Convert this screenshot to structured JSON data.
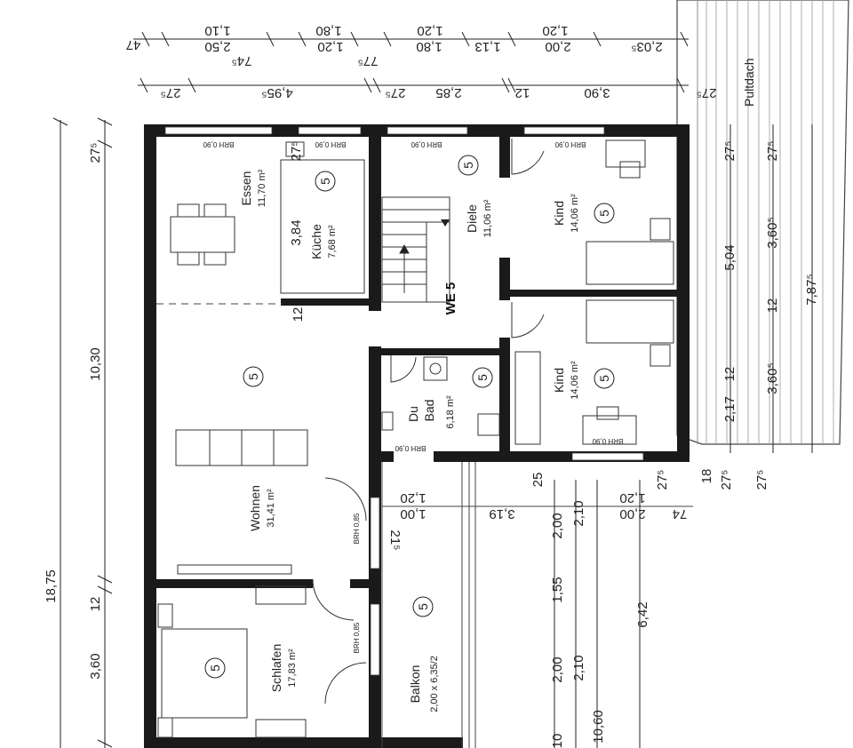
{
  "plan": {
    "unit_label": "WE 5",
    "rooms": [
      {
        "name": "Essen",
        "area": "11,70 m²",
        "num": "5"
      },
      {
        "name": "Küche",
        "area": "7,68 m²",
        "num": "5"
      },
      {
        "name": "Diele",
        "area": "11,06 m²",
        "num": "5"
      },
      {
        "name": "Kind",
        "area": "14,06 m²",
        "num": "5"
      },
      {
        "name": "Kind",
        "area": "14,06 m²",
        "num": "5"
      },
      {
        "name": "Wohnen",
        "area": "31,41 m²",
        "num": "5"
      },
      {
        "name": "Du",
        "area": "6,18 m²",
        "num": "5",
        "name2": "Bad"
      },
      {
        "name": "Schlafen",
        "area": "17,83 m²",
        "num": "5"
      },
      {
        "name": "Balkon",
        "area": "2,00 x 6,35/2",
        "num": "5"
      }
    ],
    "wohnen_num": "5",
    "brh": {
      "b090": "BRH 0,90",
      "b085": "BRH 0,85"
    },
    "kitchen_dim": "3,84",
    "roof_label": "Pultdach",
    "top_dims_row1": [
      "1,10",
      "1,80",
      "1,20",
      "1,20"
    ],
    "top_dims_row2": [
      "47",
      "2,50",
      "1,20",
      "1,80",
      "1,13",
      "2,00",
      "2,03⁵"
    ],
    "top_dims_sub": [
      "74⁵",
      "77⁵"
    ],
    "top_dims_row3": [
      "27⁵",
      "4,95⁵",
      "27⁵",
      "2,85",
      "12",
      "3,90",
      "27⁵"
    ],
    "left_dims": {
      "outer": "18,75",
      "upper": "10,30",
      "top": "27⁵",
      "mid": "12",
      "lower": "3,60"
    },
    "inner_dims": {
      "v12": "12",
      "v25": "25",
      "v18": "18",
      "v27a": "27⁵",
      "v27b": "27⁵",
      "d215": "21⁵"
    },
    "balcony_dims": {
      "row_top": [
        "1,20",
        "1,20"
      ],
      "row_bottom": [
        "1,00",
        "3,19",
        "2,00",
        "74"
      ],
      "col1": [
        "2,00",
        "1,55",
        "2,00",
        "10"
      ],
      "col2": [
        "2,10",
        "2,10"
      ],
      "col3": [
        "6,42",
        "10,60"
      ]
    },
    "right_dims": {
      "a": "27⁵",
      "b": "5,04",
      "c": "27⁵",
      "d": "3,60⁵",
      "e": "12",
      "f": "7,87⁵",
      "g": "2,17 – 12",
      "h": "3,60⁵",
      "i": "27⁵"
    }
  }
}
